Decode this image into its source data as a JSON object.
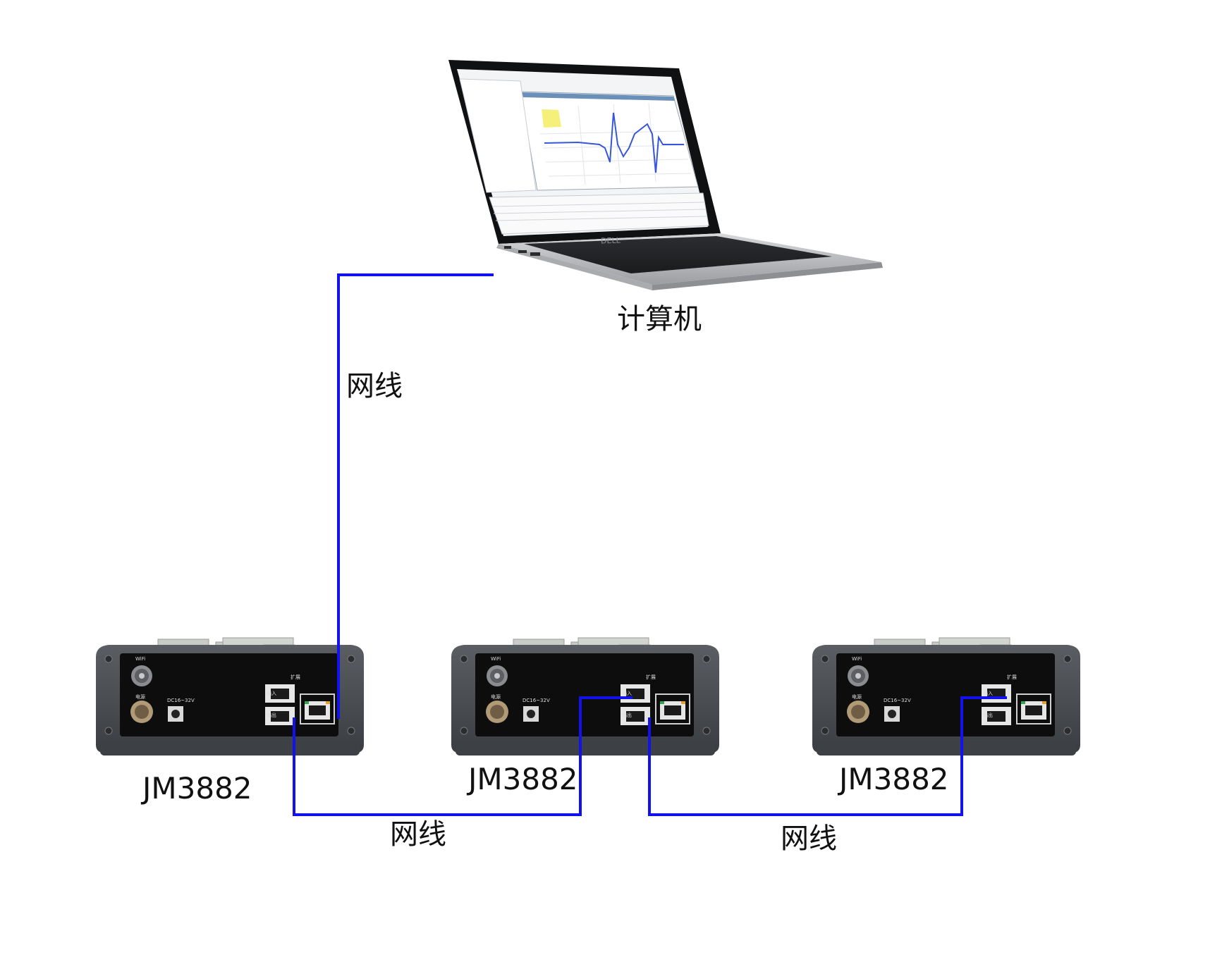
{
  "computer": {
    "label": "计算机",
    "brand": "DELL"
  },
  "cable_label": "网线",
  "device_model": "JM3882",
  "device_panel": {
    "wifi": "WiFi",
    "power": "电源",
    "dc": "DC16~32V",
    "expand": "扩展",
    "input": "输入",
    "output": "输出"
  },
  "colors": {
    "cable": "#1212ee",
    "device_body": "#4a4d52",
    "panel": "#0d0d0e"
  }
}
